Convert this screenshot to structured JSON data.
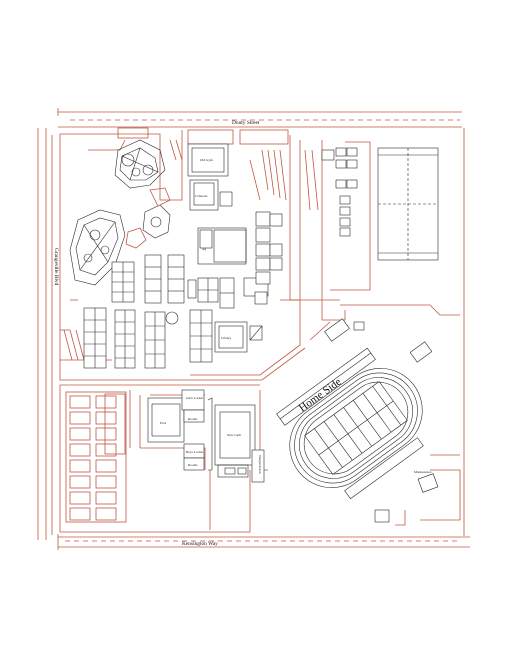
{
  "streets": {
    "north": "Douty Street",
    "south": "Kensington Way",
    "west": "Grangeville Blvd"
  },
  "buildings": {
    "old_gym": "Old Gym",
    "cafeteria": "Cafeteria",
    "library": "Library",
    "girls_locker": "Girls Locker",
    "boys_locker": "Boys Locker",
    "rooms": "Rooms",
    "pool": "Pool",
    "new_gym": "New Gym",
    "weight_room": "Weight Room",
    "maintenance": "Maintenance",
    "ag": "Ag"
  },
  "stadium": {
    "home_side": "Home Side"
  },
  "colors": {
    "road_lines": "#c0563d",
    "building_lines": "#2a2a2a",
    "background": "#ffffff"
  }
}
